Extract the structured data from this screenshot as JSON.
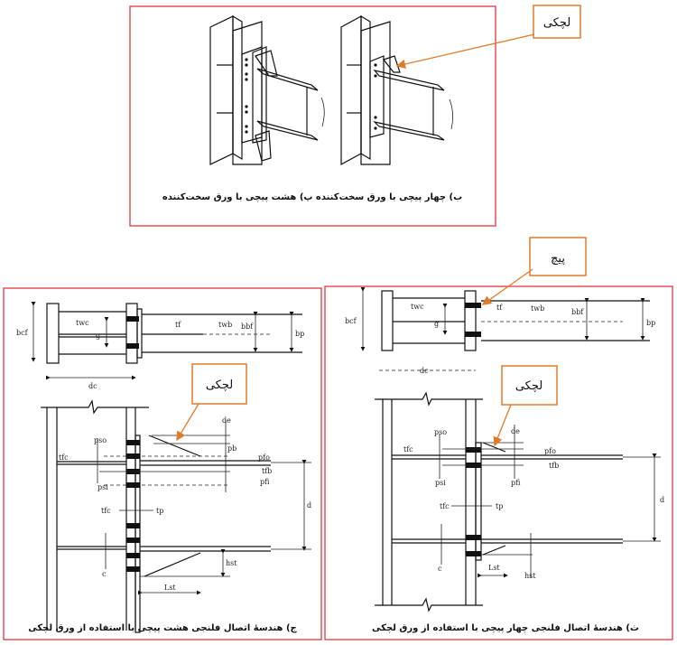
{
  "top_panel": {
    "caption": "ب) چهار پیچی با ورق سخت‌کننده   پ) هشت پیچی با ورق سخت‌کننده",
    "callout": "لچکی"
  },
  "left_panel": {
    "caption": "ج) هندسهٔ اتصال فلنجی هشت پیچی با استفاده از ورق لچکی",
    "callout": "لچکی",
    "symbols": {
      "bcf": "bcf",
      "twc": "twc",
      "g": "g",
      "tf": "tf",
      "twb": "twb",
      "bbf": "bbf",
      "bp": "bp",
      "dc": "dc",
      "de": "de",
      "pso": "pso",
      "pfo": "pfo",
      "tfc": "tfc",
      "tfb": "tfb",
      "pfi": "pfi",
      "pb": "pb",
      "psi": "psi",
      "tp": "tp",
      "d": "d",
      "c": "c",
      "hst": "hst",
      "lst": "Lst"
    }
  },
  "right_panel": {
    "caption": "ث) هندسهٔ اتصال فلنجی چهار پیچی با استفاده از ورق لچکی",
    "callout_bolt": "پیچ",
    "callout_stiffener": "لچکی",
    "symbols": {
      "bcf": "bcf",
      "twc": "twc",
      "g": "g",
      "tf": "tf",
      "twb": "twb",
      "bbf": "bbf",
      "bp": "bp",
      "dc": "dc",
      "de": "de",
      "pso": "pso",
      "pfo": "pfo",
      "tfc": "tfc",
      "tfb": "tfb",
      "pfi": "pfi",
      "psi": "psi",
      "tp": "tp",
      "d": "d",
      "c": "c",
      "hst": "hst",
      "lst": "Lst"
    }
  },
  "colors": {
    "panel_border": "#e0393e",
    "callout": "#e07b2a"
  }
}
